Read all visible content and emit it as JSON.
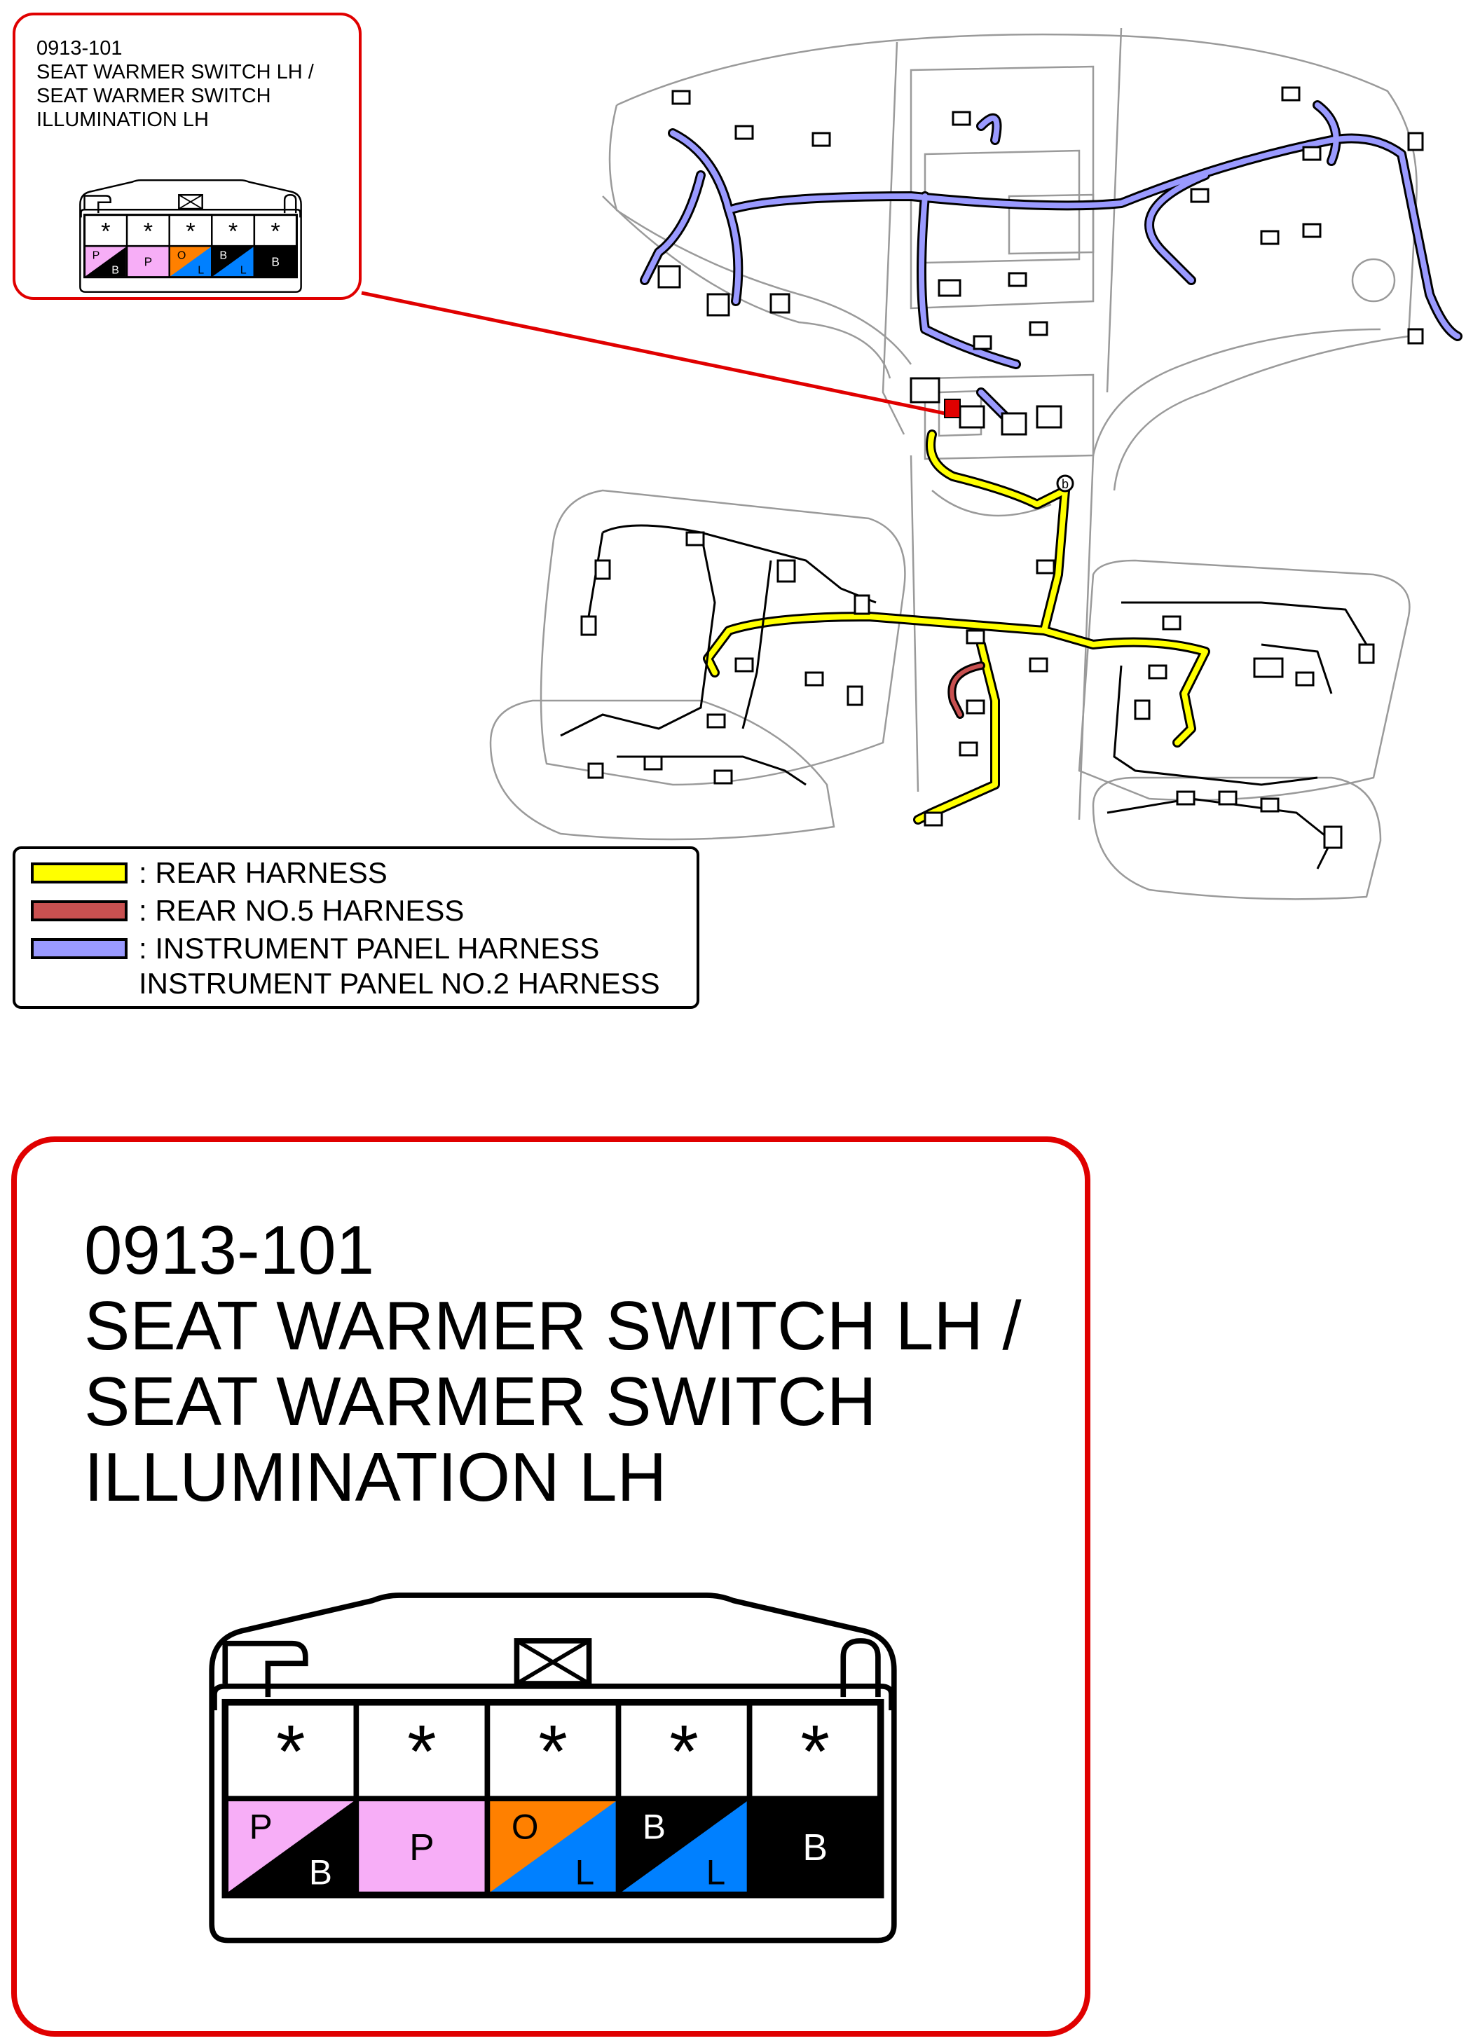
{
  "connector": {
    "code": "0913-101",
    "name_line1": "SEAT WARMER SWITCH LH /",
    "name_line2": "SEAT WARMER SWITCH",
    "name_line3": "ILLUMINATION LH",
    "pin_marks": [
      "*",
      "*",
      "*",
      "*",
      "*"
    ],
    "wire_colors": [
      {
        "top": "P",
        "bottom": "B",
        "top_color": "#f7aef7",
        "bottom_color": "#000000"
      },
      {
        "top": "P",
        "bottom": "",
        "top_color": "#f7aef7",
        "bottom_color": "#f7aef7"
      },
      {
        "top": "O",
        "bottom": "L",
        "top_color": "#ff8000",
        "bottom_color": "#0080ff"
      },
      {
        "top": "B",
        "bottom": "L",
        "top_color": "#000000",
        "bottom_color": "#0080ff"
      },
      {
        "top": "",
        "bottom": "B",
        "top_color": "#000000",
        "bottom_color": "#000000"
      }
    ]
  },
  "legend": [
    {
      "label": ": REAR HARNESS",
      "color": "#ffff00"
    },
    {
      "label": ": REAR NO.5 HARNESS",
      "color": "#c85050"
    },
    {
      "label": ": INSTRUMENT PANEL HARNESS",
      "label2": "INSTRUMENT PANEL NO.2 HARNESS",
      "color": "#9a9aff"
    }
  ],
  "diagram": {
    "marker_label": "b",
    "highlight_color": "#e00000"
  }
}
